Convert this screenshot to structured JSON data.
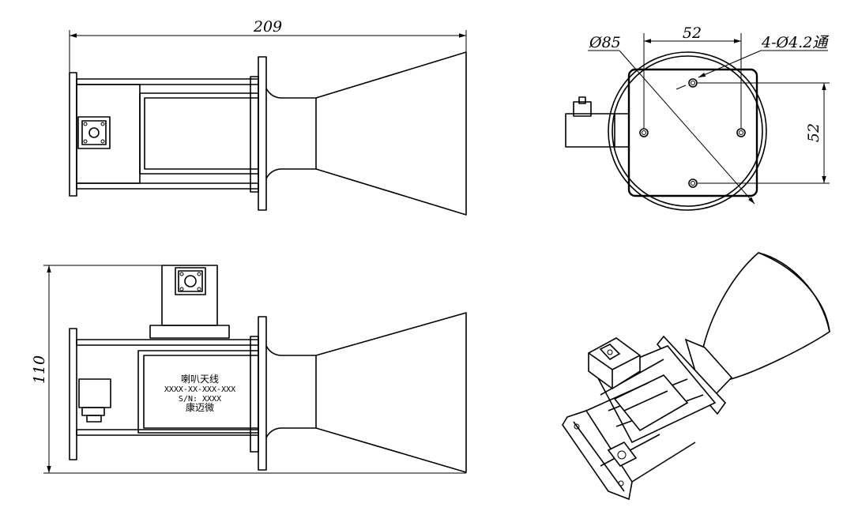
{
  "dimensions": {
    "overall_length": "209",
    "overall_height": "110",
    "aperture_diameter": "Ø85",
    "hole_spacing_horizontal": "52",
    "hole_spacing_vertical": "52",
    "mounting_holes": "4-Ø4.2通"
  },
  "nameplate": {
    "line1": "喇叭天线",
    "line2": "XXXX-XX-XXX-XXX",
    "line3": "S/N: XXXX",
    "line4": "康迈微"
  },
  "colors": {
    "line": "#000000",
    "background": "#ffffff"
  }
}
